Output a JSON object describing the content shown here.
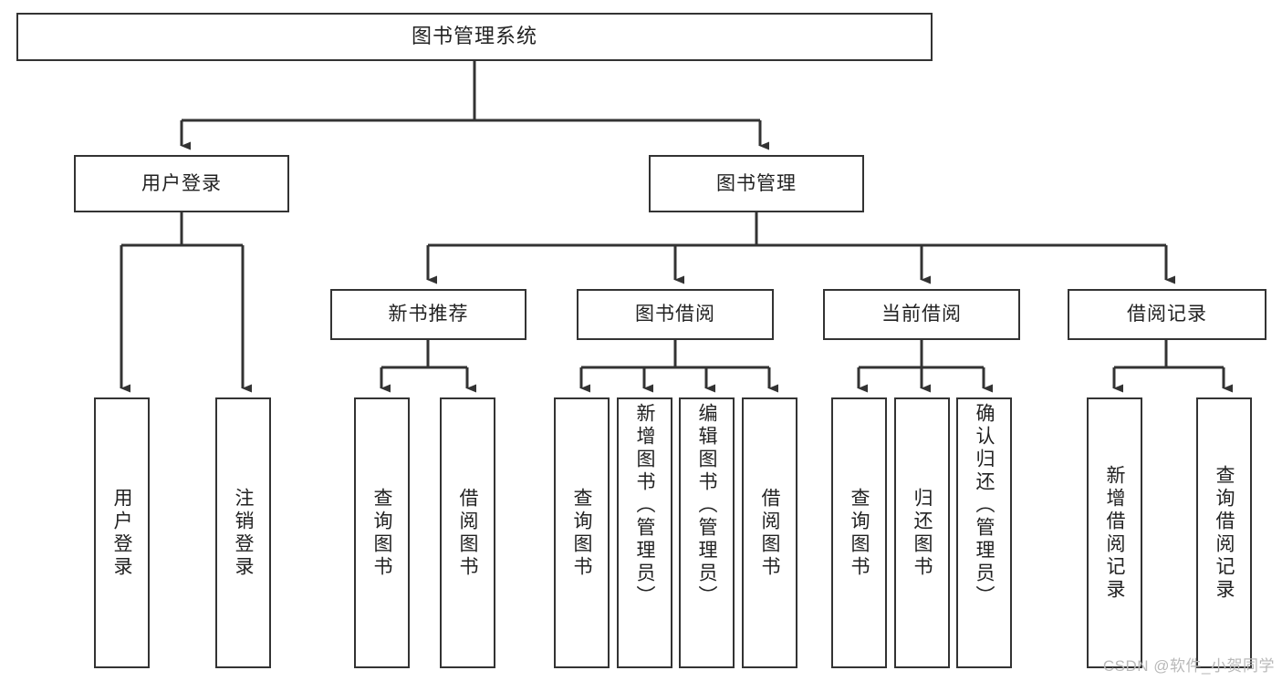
{
  "diagram": {
    "type": "hierarchy-tree",
    "title": "图书管理系统",
    "levels": 4,
    "root": {
      "id": "root",
      "label": "图书管理系统"
    },
    "level2": [
      {
        "id": "user-login",
        "label": "用户登录"
      },
      {
        "id": "book-management",
        "label": "图书管理"
      }
    ],
    "level3": [
      {
        "id": "new-book-recommend",
        "label": "新书推荐",
        "parent": "book-management"
      },
      {
        "id": "book-borrow",
        "label": "图书借阅",
        "parent": "book-management"
      },
      {
        "id": "current-borrow",
        "label": "当前借阅",
        "parent": "book-management"
      },
      {
        "id": "borrow-record",
        "label": "借阅记录",
        "parent": "book-management"
      }
    ],
    "leaves": {
      "user-login": [
        {
          "id": "leaf-user-login",
          "label": "用户登录"
        },
        {
          "id": "leaf-logout-login",
          "label": "注销登录"
        }
      ],
      "new-book-recommend": [
        {
          "id": "leaf-query-book-1",
          "label": "查询图书"
        },
        {
          "id": "leaf-borrow-book-1",
          "label": "借阅图书"
        }
      ],
      "book-borrow": [
        {
          "id": "leaf-query-book-2",
          "label": "查询图书"
        },
        {
          "id": "leaf-add-book-admin",
          "label": "新增图书（管理员）"
        },
        {
          "id": "leaf-edit-book-admin",
          "label": "编辑图书（管理员）"
        },
        {
          "id": "leaf-borrow-book-2",
          "label": "借阅图书"
        }
      ],
      "current-borrow": [
        {
          "id": "leaf-query-book-3",
          "label": "查询图书"
        },
        {
          "id": "leaf-return-book",
          "label": "归还图书"
        },
        {
          "id": "leaf-confirm-return-admin",
          "label": "确认归还（管理员）"
        }
      ],
      "borrow-record": [
        {
          "id": "leaf-add-borrow-record",
          "label": "新增借阅记录"
        },
        {
          "id": "leaf-query-borrow-record",
          "label": "查询借阅记录"
        }
      ]
    }
  },
  "watermark": {
    "text": "CSDN @软件_小贺同学"
  },
  "colors": {
    "box_border": "#333333",
    "box_fill": "#ffffff",
    "connector": "#333333",
    "text": "#222222",
    "watermark": "#b9b9b9",
    "background": "#ffffff"
  }
}
